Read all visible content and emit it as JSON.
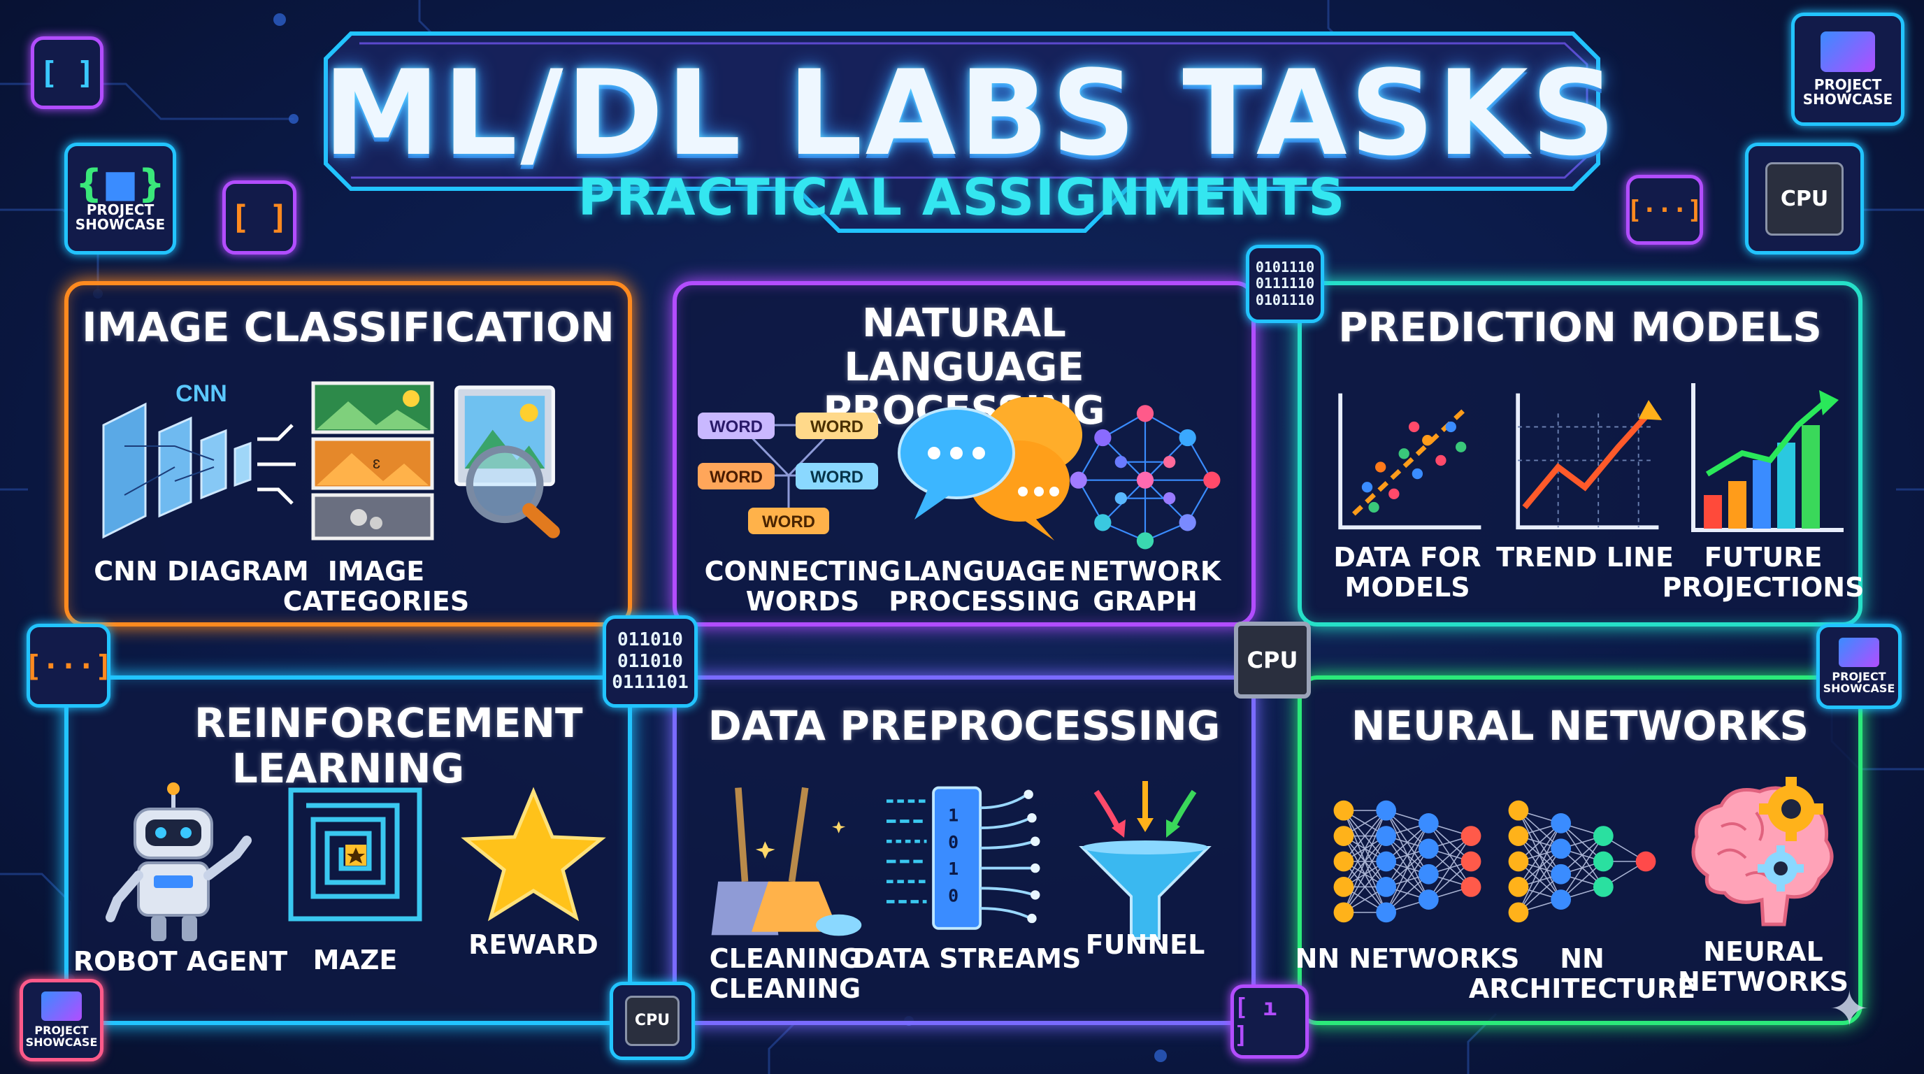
{
  "header": {
    "title": "ML/DL LABS TASKS",
    "subtitle": "PRACTICAL ASSIGNMENTS"
  },
  "badges": {
    "project_showcase_line1": "PROJECT",
    "project_showcase_line2": "SHOWCASE",
    "cpu": "CPU",
    "bracket_empty": "[ ]",
    "bracket_dots": "[···]",
    "bracket_pipe": "[ ı ]",
    "binary_a": [
      "011010",
      "011010",
      "0111101"
    ],
    "binary_b": [
      "0101110",
      "0111110",
      "0101110"
    ]
  },
  "panels": [
    {
      "id": "image-classification",
      "title": "IMAGE CLASSIFICATION",
      "color": "#ff8a1f",
      "items": [
        {
          "icon": "cnn-diagram-icon",
          "label": "CNN DIAGRAM",
          "tag": "CNN"
        },
        {
          "icon": "image-categories-icon",
          "label": "IMAGE CATEGORIES"
        },
        {
          "icon": "image-search-icon",
          "label": ""
        }
      ]
    },
    {
      "id": "nlp",
      "title": "NATURAL LANGUAGE PROCESSING",
      "color": "#b24dff",
      "items": [
        {
          "icon": "connecting-words-icon",
          "label": "CONNECTING WORDS",
          "words": [
            "WORD",
            "WORD",
            "WORD",
            "WORD",
            "WORD"
          ]
        },
        {
          "icon": "chat-bubbles-icon",
          "label": "LANGUAGE PROCESSING"
        },
        {
          "icon": "network-graph-icon",
          "label": "NETWORK GRAPH"
        }
      ]
    },
    {
      "id": "prediction-models",
      "title": "PREDICTION MODELS",
      "color": "#26e0c8",
      "items": [
        {
          "icon": "scatter-plot-icon",
          "label": "DATA FOR MODELS"
        },
        {
          "icon": "trend-line-icon",
          "label": "TREND LINE"
        },
        {
          "icon": "bar-growth-icon",
          "label": "FUTURE PROJECTIONS"
        }
      ]
    },
    {
      "id": "reinforcement-learning",
      "title": "REINFORCEMENT LEARNING",
      "color": "#22c4ff",
      "items": [
        {
          "icon": "robot-icon",
          "label": "ROBOT AGENT"
        },
        {
          "icon": "maze-icon",
          "label": "MAZE"
        },
        {
          "icon": "star-icon",
          "label": "REWARD"
        }
      ]
    },
    {
      "id": "data-preprocessing",
      "title": "DATA PREPROCESSING",
      "color": "#7a6bff",
      "items": [
        {
          "icon": "brooms-icon",
          "label": "CLEANING CLEANING"
        },
        {
          "icon": "data-streams-icon",
          "label": "DATA STREAMS"
        },
        {
          "icon": "funnel-icon",
          "label": "FUNNEL"
        }
      ]
    },
    {
      "id": "neural-networks",
      "title": "NEURAL NETWORKS",
      "color": "#2bea7a",
      "items": [
        {
          "icon": "nn-networks-icon",
          "label": "NN NETWORKS"
        },
        {
          "icon": "nn-architecture-icon",
          "label": "NN ARCHITECTURE"
        },
        {
          "icon": "brain-gears-icon",
          "label": "NEURAL NETWORKS"
        }
      ]
    }
  ]
}
